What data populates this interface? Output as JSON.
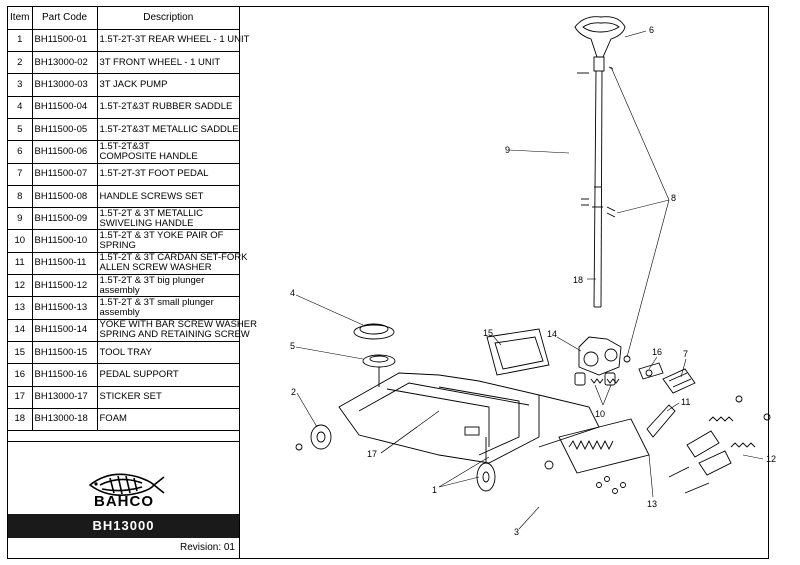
{
  "table": {
    "headers": {
      "item": "Item",
      "part_code": "Part Code",
      "description": "Description"
    },
    "rows": [
      {
        "item": "1",
        "code": "BH11500-01",
        "desc": "1.5T-2T-3T REAR WHEEL - 1 UNIT"
      },
      {
        "item": "2",
        "code": "BH13000-02",
        "desc": "3T FRONT WHEEL - 1 UNIT"
      },
      {
        "item": "3",
        "code": "BH13000-03",
        "desc": "3T  JACK PUMP"
      },
      {
        "item": "4",
        "code": "BH11500-04",
        "desc": "1.5T-2T&3T RUBBER SADDLE"
      },
      {
        "item": "5",
        "code": "BH11500-05",
        "desc": "1.5T-2T&3T METALLIC SADDLE"
      },
      {
        "item": "6",
        "code": "BH11500-06",
        "desc": "1.5T-2T&3T",
        "desc2": "COMPOSITE HANDLE"
      },
      {
        "item": "7",
        "code": "BH11500-07",
        "desc": "1.5T-2T-3T FOOT PEDAL"
      },
      {
        "item": "8",
        "code": "BH11500-08",
        "desc": "HANDLE SCREWS SET"
      },
      {
        "item": "9",
        "code": "BH11500-09",
        "desc": "1.5T-2T & 3T METALLIC",
        "desc2": "SWIVELING HANDLE"
      },
      {
        "item": "10",
        "code": "BH11500-10",
        "desc": "1.5T-2T & 3T YOKE PAIR OF",
        "desc2": "SPRING"
      },
      {
        "item": "11",
        "code": "BH11500-11",
        "desc": "1.5T-2T & 3T CARDAN SET-FORK",
        "desc2": "ALLEN SCREW WASHER"
      },
      {
        "item": "12",
        "code": "BH11500-12",
        "desc": "1.5T-2T & 3T big plunger",
        "desc2": "assembly"
      },
      {
        "item": "13",
        "code": "BH11500-13",
        "desc": "1.5T-2T & 3T small plunger",
        "desc2": "assembly"
      },
      {
        "item": "14",
        "code": "BH11500-14",
        "desc": "YOKE WITH BAR SCREW WASHER",
        "desc2": "SPRING AND RETAINING SCREW"
      },
      {
        "item": "15",
        "code": "BH11500-15",
        "desc": "TOOL TRAY"
      },
      {
        "item": "16",
        "code": "BH11500-16",
        "desc": "PEDAL SUPPORT"
      },
      {
        "item": "17",
        "code": "BH13000-17",
        "desc": "STICKER SET"
      },
      {
        "item": "18",
        "code": "BH13000-18",
        "desc": "FOAM"
      }
    ]
  },
  "brand": {
    "name": "BAHCO",
    "logo_icon": "fish-logo-icon"
  },
  "model": "BH13000",
  "revision": "Revision: 01",
  "callouts": [
    "1",
    "2",
    "3",
    "4",
    "5",
    "6",
    "7",
    "8",
    "9",
    "10",
    "11",
    "12",
    "13",
    "14",
    "15",
    "16",
    "17",
    "18"
  ]
}
